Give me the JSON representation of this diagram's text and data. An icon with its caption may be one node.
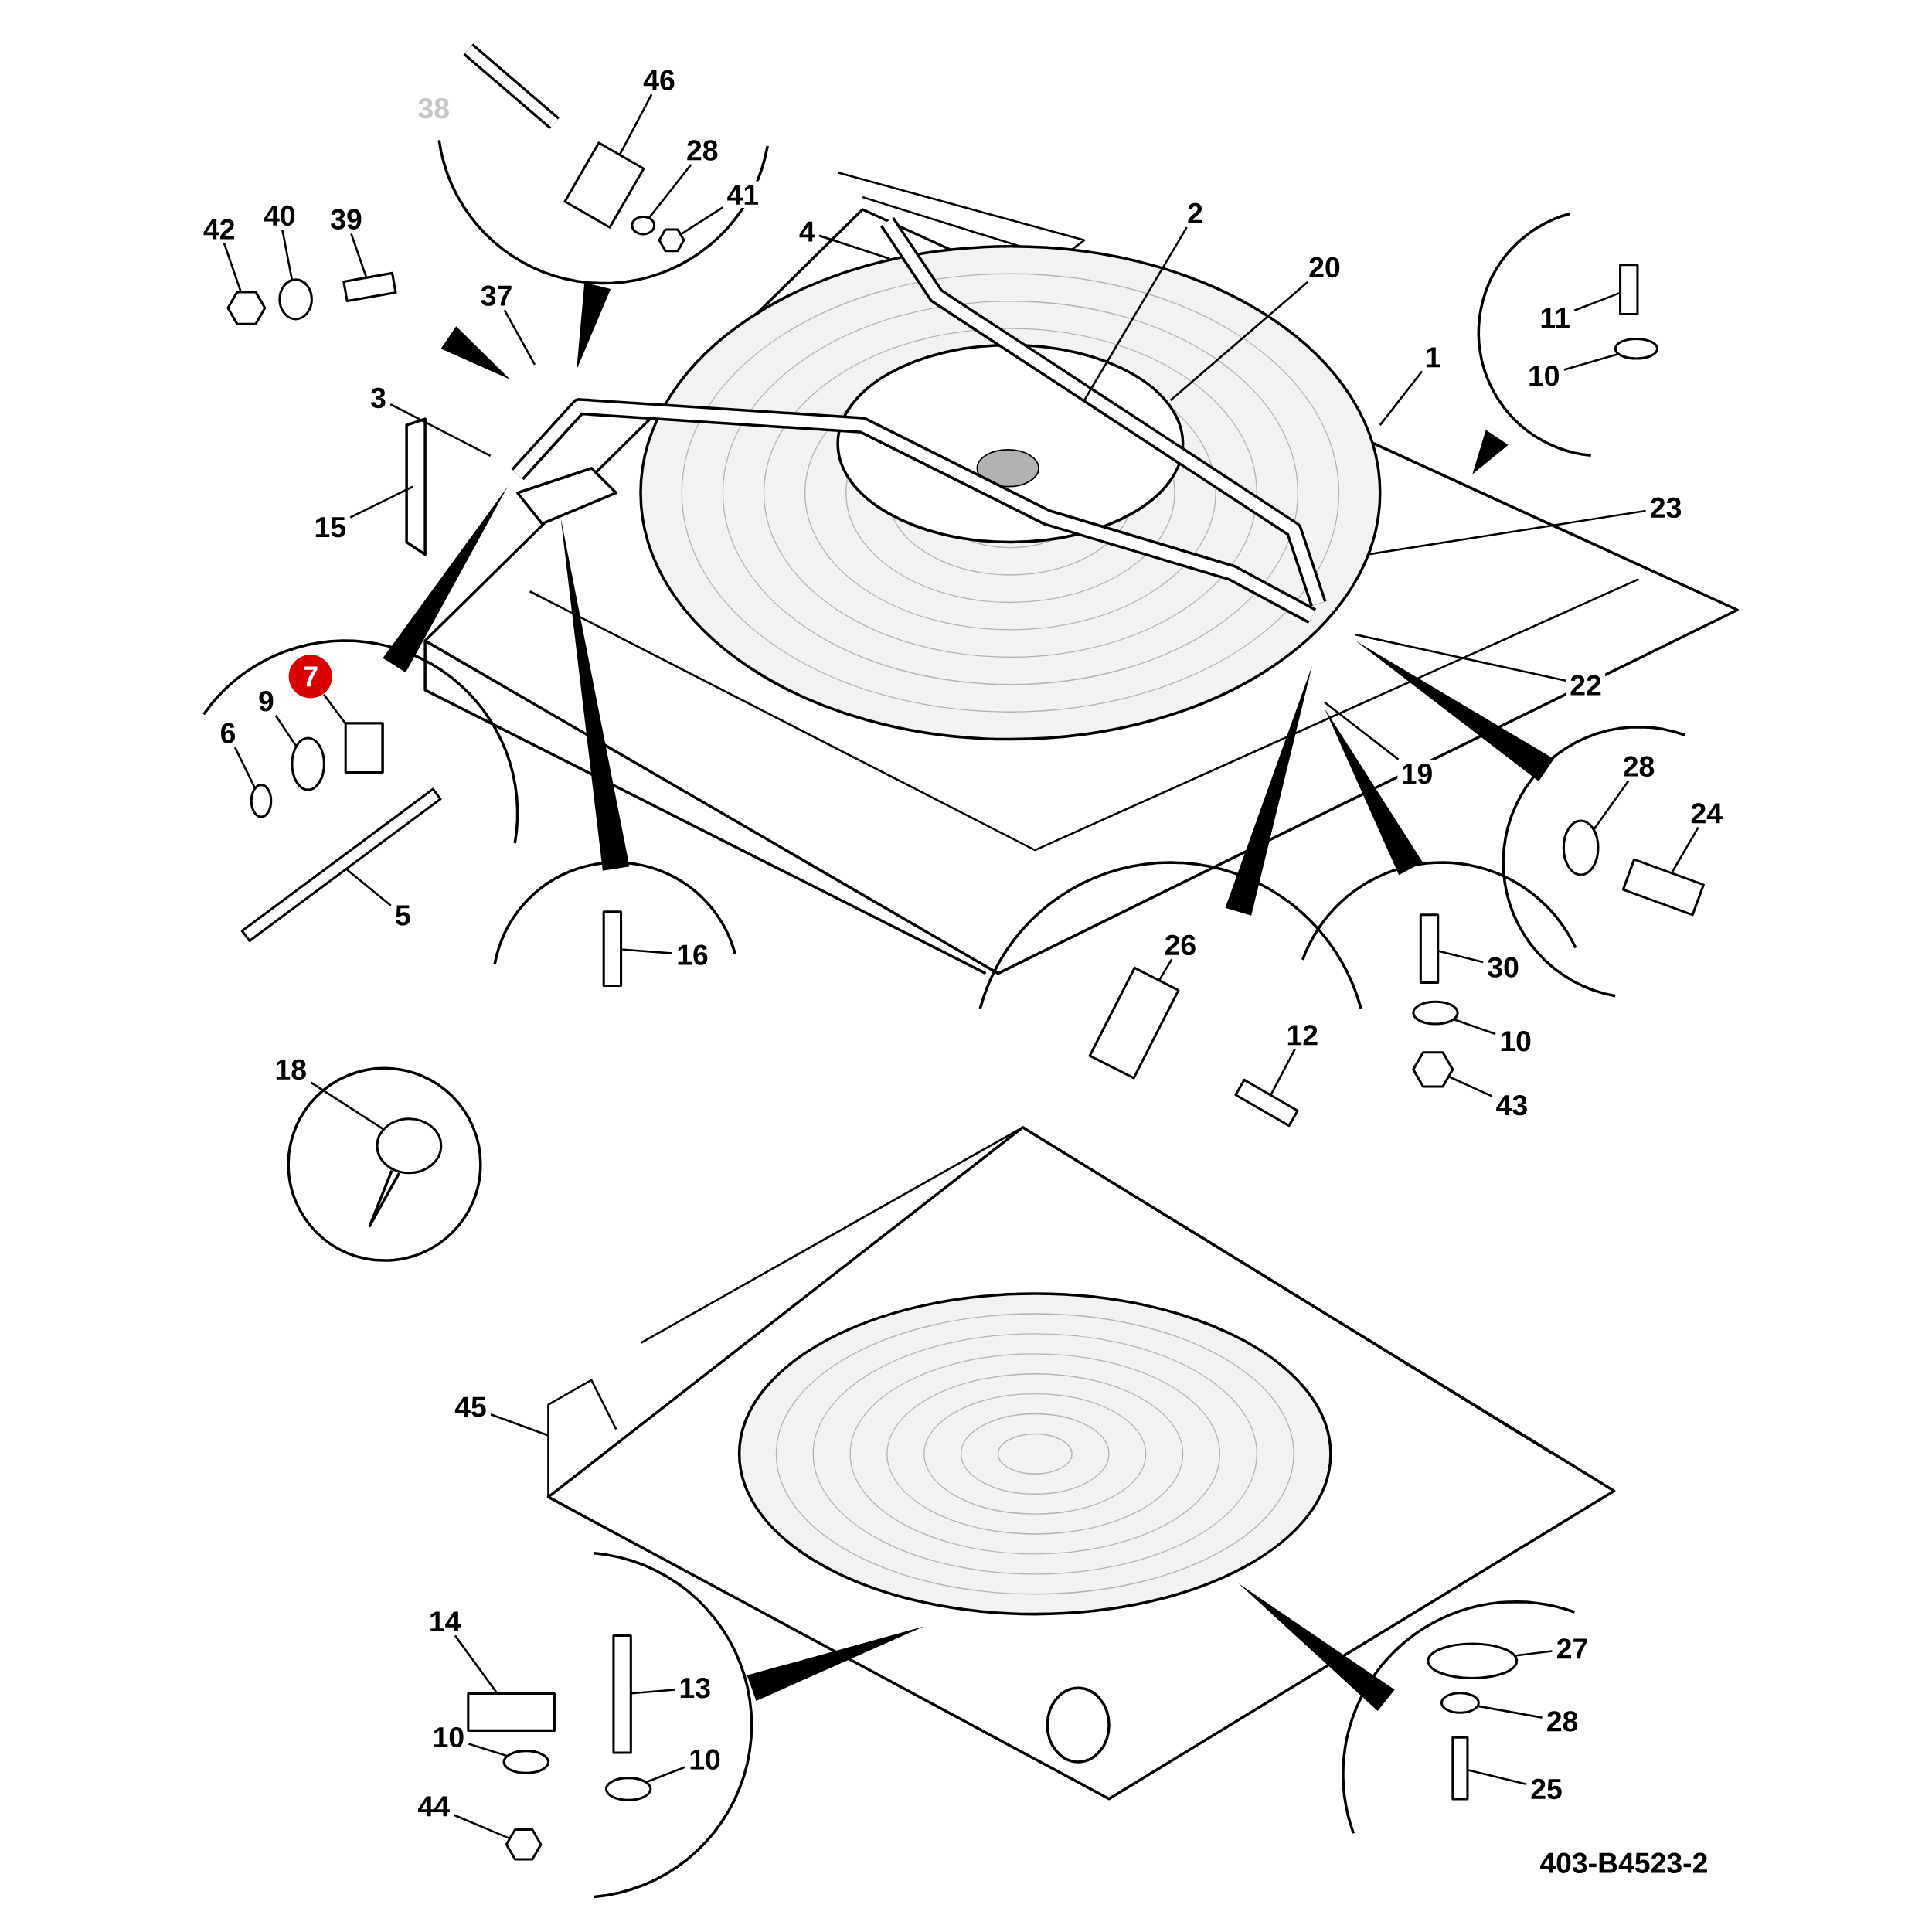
{
  "diagram": {
    "nodes": [
      {
        "text": [
          "46"
        ]
      },
      {
        "text": [
          "28"
        ]
      },
      {
        "text": [
          "41"
        ]
      },
      {
        "text": [
          "42"
        ]
      },
      {
        "text": [
          "40"
        ]
      },
      {
        "text": [
          "39"
        ]
      },
      {
        "text": [
          "4"
        ]
      },
      {
        "text": [
          "2"
        ]
      },
      {
        "text": [
          "20"
        ]
      },
      {
        "text": [
          "1"
        ]
      },
      {
        "text": [
          "11"
        ]
      },
      {
        "text": [
          "10"
        ]
      },
      {
        "text": [
          "37"
        ]
      },
      {
        "text": [
          "3"
        ]
      },
      {
        "text": [
          "15"
        ]
      },
      {
        "text": [
          "23"
        ]
      },
      {
        "text": [
          "22"
        ]
      },
      {
        "text": [
          "19"
        ]
      },
      {
        "text": [
          "7"
        ]
      },
      {
        "text": [
          "9"
        ]
      },
      {
        "text": [
          "6"
        ]
      },
      {
        "text": [
          "5"
        ]
      },
      {
        "text": [
          "28"
        ]
      },
      {
        "text": [
          "24"
        ]
      },
      {
        "text": [
          "16"
        ]
      },
      {
        "text": [
          "26"
        ]
      },
      {
        "text": [
          "30"
        ]
      },
      {
        "text": [
          "12"
        ]
      },
      {
        "text": [
          "10"
        ]
      },
      {
        "text": [
          "43"
        ]
      },
      {
        "text": [
          "18"
        ]
      },
      {
        "text": [
          "45"
        ]
      },
      {
        "text": [
          "14"
        ]
      },
      {
        "text": [
          "13"
        ]
      },
      {
        "text": [
          "10"
        ]
      },
      {
        "text": [
          "10"
        ]
      },
      {
        "text": [
          "44"
        ]
      },
      {
        "text": [
          "27"
        ]
      },
      {
        "text": [
          "28"
        ]
      },
      {
        "text": [
          "25"
        ]
      },
      {
        "text": [],
        "shape": "cylinder"
      },
      {
        "text": [],
        "shape": "circle"
      },
      {
        "text": [],
        "shape": "box"
      },
      {
        "text": [],
        "shape": "box"
      },
      {
        "text": [],
        "shape": "circle"
      },
      {
        "text": [],
        "shape": "bar"
      },
      {
        "text": [],
        "shape": "bar"
      },
      {
        "text": [],
        "shape": "circle"
      },
      {
        "text": [],
        "shape": "cylinder"
      },
      {
        "text": [],
        "shape": "circle"
      },
      {
        "text": [],
        "shape": "circle"
      },
      {
        "text": [],
        "shape": "bar"
      },
      {
        "text": [],
        "shape": "circle"
      },
      {
        "text": [],
        "shape": "bar"
      },
      {
        "text": [],
        "shape": "bar"
      },
      {
        "text": [],
        "shape": "cylinder"
      },
      {
        "text": [],
        "shape": "bar"
      },
      {
        "text": [],
        "shape": "bar"
      },
      {
        "text": [],
        "shape": "circle"
      },
      {
        "text": [],
        "shape": "box"
      },
      {
        "text": [],
        "shape": "picture"
      },
      {
        "text": [],
        "shape": "cylinder"
      },
      {
        "text": [],
        "shape": "bar"
      },
      {
        "text": [],
        "shape": "circle"
      },
      {
        "text": [],
        "shape": "circle"
      },
      {
        "text": [],
        "shape": "box"
      },
      {
        "text": [],
        "shape": "circle"
      },
      {
        "text": [],
        "shape": "circle"
      },
      {
        "text": [],
        "shape": "bar"
      }
    ],
    "edges": [
      {
        "from": 0,
        "to": 40,
        "arrow": "none"
      },
      {
        "from": 1,
        "to": 41,
        "arrow": "none"
      },
      {
        "from": 2,
        "to": 42,
        "arrow": "none"
      },
      {
        "from": 3,
        "to": 43,
        "arrow": "none"
      },
      {
        "from": 4,
        "to": 44,
        "arrow": "none"
      },
      {
        "from": 5,
        "to": 45,
        "arrow": "none"
      },
      {
        "from": 6,
        "to": null,
        "arrow": "none"
      },
      {
        "from": 7,
        "to": null,
        "arrow": "none"
      },
      {
        "from": 8,
        "to": null,
        "arrow": "none"
      },
      {
        "from": 9,
        "to": null,
        "arrow": "none"
      },
      {
        "from": 10,
        "to": 46,
        "arrow": "none"
      },
      {
        "from": 11,
        "to": 47,
        "arrow": "none"
      },
      {
        "from": 12,
        "to": null,
        "arrow": "none"
      },
      {
        "from": 13,
        "to": null,
        "arrow": "none"
      },
      {
        "from": 14,
        "to": null,
        "arrow": "none"
      },
      {
        "from": 15,
        "to": null,
        "arrow": "none"
      },
      {
        "from": 16,
        "to": null,
        "arrow": "none"
      },
      {
        "from": 17,
        "to": null,
        "arrow": "none"
      },
      {
        "from": 18,
        "to": 48,
        "arrow": "none"
      },
      {
        "from": 19,
        "to": 49,
        "arrow": "none"
      },
      {
        "from": 20,
        "to": 50,
        "arrow": "none"
      },
      {
        "from": 21,
        "to": 51,
        "arrow": "none"
      },
      {
        "from": 22,
        "to": 52,
        "arrow": "none"
      },
      {
        "from": 23,
        "to": 53,
        "arrow": "none"
      },
      {
        "from": 24,
        "to": 54,
        "arrow": "none"
      },
      {
        "from": 25,
        "to": 55,
        "arrow": "none"
      },
      {
        "from": 26,
        "to": 56,
        "arrow": "none"
      },
      {
        "from": 27,
        "to": 57,
        "arrow": "none"
      },
      {
        "from": 28,
        "to": 58,
        "arrow": "none"
      },
      {
        "from": 29,
        "to": 59,
        "arrow": "none"
      },
      {
        "from": 30,
        "to": 60,
        "arrow": "none"
      },
      {
        "from": 31,
        "to": null,
        "arrow": "none"
      },
      {
        "from": 32,
        "to": 61,
        "arrow": "none"
      },
      {
        "from": 33,
        "to": 62,
        "arrow": "none"
      },
      {
        "from": 34,
        "to": 63,
        "arrow": "none"
      },
      {
        "from": 35,
        "to": 64,
        "arrow": "none"
      },
      {
        "from": 36,
        "to": 65,
        "arrow": "none"
      },
      {
        "from": 37,
        "to": 66,
        "arrow": "none"
      },
      {
        "from": 38,
        "to": 67,
        "arrow": "none"
      },
      {
        "from": 39,
        "to": 68,
        "arrow": "none"
      }
    ],
    "labels": [
      "38",
      "403-B4523-2"
    ]
  }
}
